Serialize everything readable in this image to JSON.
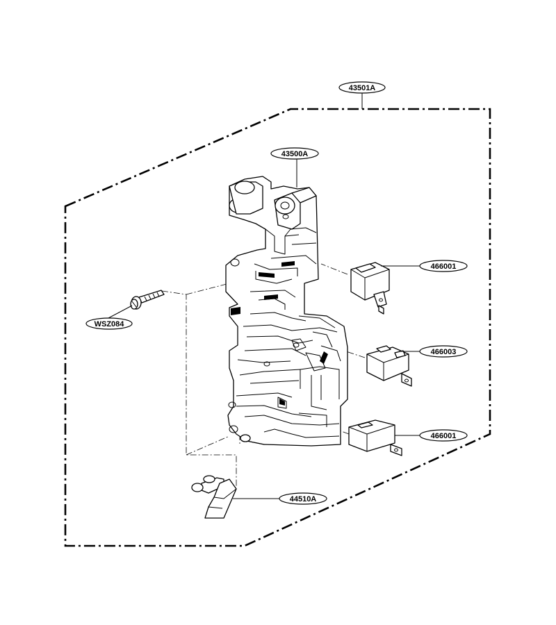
{
  "diagram": {
    "callouts": {
      "assembly": "43501A",
      "bracket": "43500A",
      "switch_upper": "466001",
      "switch_middle": "466003",
      "switch_lower": "466001",
      "screw": "WSZ084",
      "lever": "44510A"
    }
  }
}
